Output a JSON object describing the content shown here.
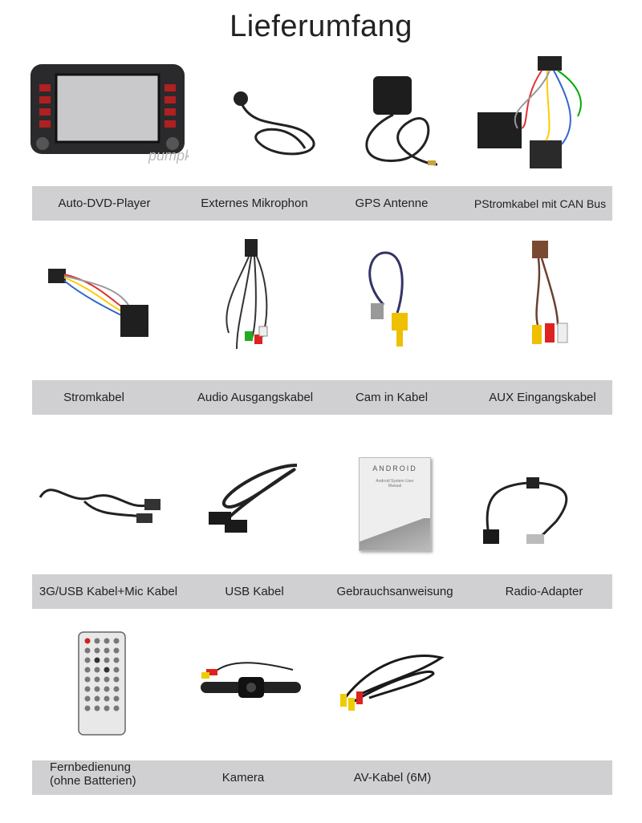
{
  "title": "Lieferumfang",
  "rows": [
    {
      "items": [
        {
          "label": "Auto-DVD-Player",
          "icon": "car-dvd-player",
          "brand": "Pumpkin"
        },
        {
          "label": "Externes Mikrophon",
          "icon": "microphone"
        },
        {
          "label": "GPS Antenne",
          "icon": "gps-antenna"
        },
        {
          "label": "PStromkabel mit CAN Bus",
          "icon": "power-cable-canbus"
        }
      ]
    },
    {
      "items": [
        {
          "label": "Stromkabel",
          "icon": "power-cable"
        },
        {
          "label": "Audio Ausgangskabel",
          "icon": "audio-output-cable"
        },
        {
          "label": "Cam in Kabel",
          "icon": "camera-input-cable"
        },
        {
          "label": "AUX Eingangskabel",
          "icon": "aux-input-cable"
        }
      ]
    },
    {
      "items": [
        {
          "label": "3G/USB Kabel+Mic Kabel",
          "icon": "usb-mic-cable"
        },
        {
          "label": "USB Kabel",
          "icon": "usb-cable"
        },
        {
          "label": "Gebrauchsanweisung",
          "icon": "manual",
          "manual_text": "ANDROID",
          "manual_sub": "Android System User Manual"
        },
        {
          "label": "Radio-Adapter",
          "icon": "radio-adapter"
        }
      ]
    },
    {
      "items": [
        {
          "label": "Fernbedienung",
          "label2": "(ohne Batterien)",
          "icon": "remote-control"
        },
        {
          "label": "Kamera",
          "icon": "camera"
        },
        {
          "label": "AV-Kabel (6M)",
          "icon": "av-cable"
        }
      ]
    }
  ],
  "colors": {
    "bar": "#d0d0d2",
    "text": "#222222"
  }
}
